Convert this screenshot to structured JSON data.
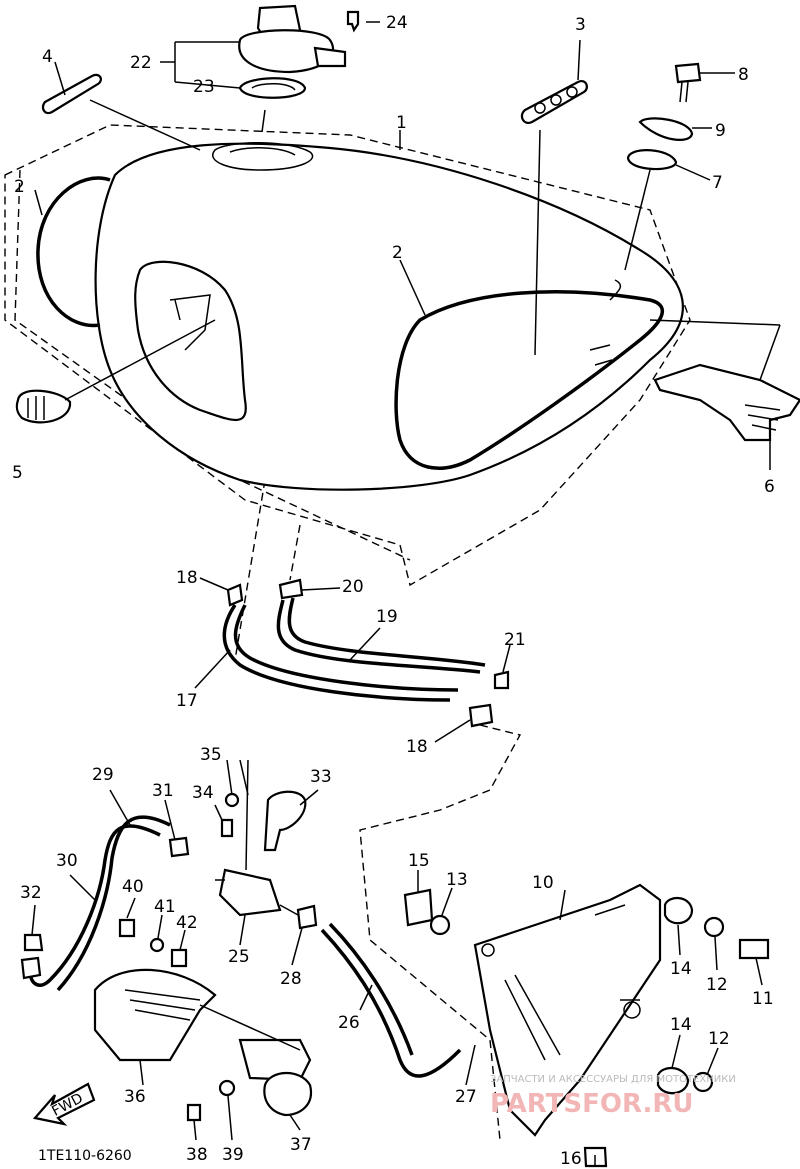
{
  "labels": {
    "p1": "1",
    "p2a": "2",
    "p2b": "2",
    "p3": "3",
    "p4": "4",
    "p5": "5",
    "p6": "6",
    "p7": "7",
    "p8": "8",
    "p9": "9",
    "p10": "10",
    "p11": "11",
    "p12a": "12",
    "p12b": "12",
    "p13": "13",
    "p14a": "14",
    "p14b": "14",
    "p15": "15",
    "p16": "16",
    "p17": "17",
    "p18a": "18",
    "p18b": "18",
    "p19": "19",
    "p20": "20",
    "p21": "21",
    "p22": "22",
    "p23": "23",
    "p24": "24",
    "p25": "25",
    "p26": "26",
    "p27": "27",
    "p28": "28",
    "p29": "29",
    "p30": "30",
    "p31": "31",
    "p32": "32",
    "p33": "33",
    "p34": "34",
    "p35": "35",
    "p36": "36",
    "p37": "37",
    "p38": "38",
    "p39": "39",
    "p40": "40",
    "p41": "41",
    "p42": "42"
  },
  "diagram_code": "1TE110-6260",
  "fwd_label": "FWD",
  "watermark": {
    "small": "ЗАПЧАСТИ И АКСЕССУАРЫ ДЛЯ МОТОТЕХНИКИ",
    "big": "PARTSFOR.RU"
  },
  "colors": {
    "ink": "#000000",
    "paper": "#ffffff",
    "watermark": "#f2b6b6"
  }
}
